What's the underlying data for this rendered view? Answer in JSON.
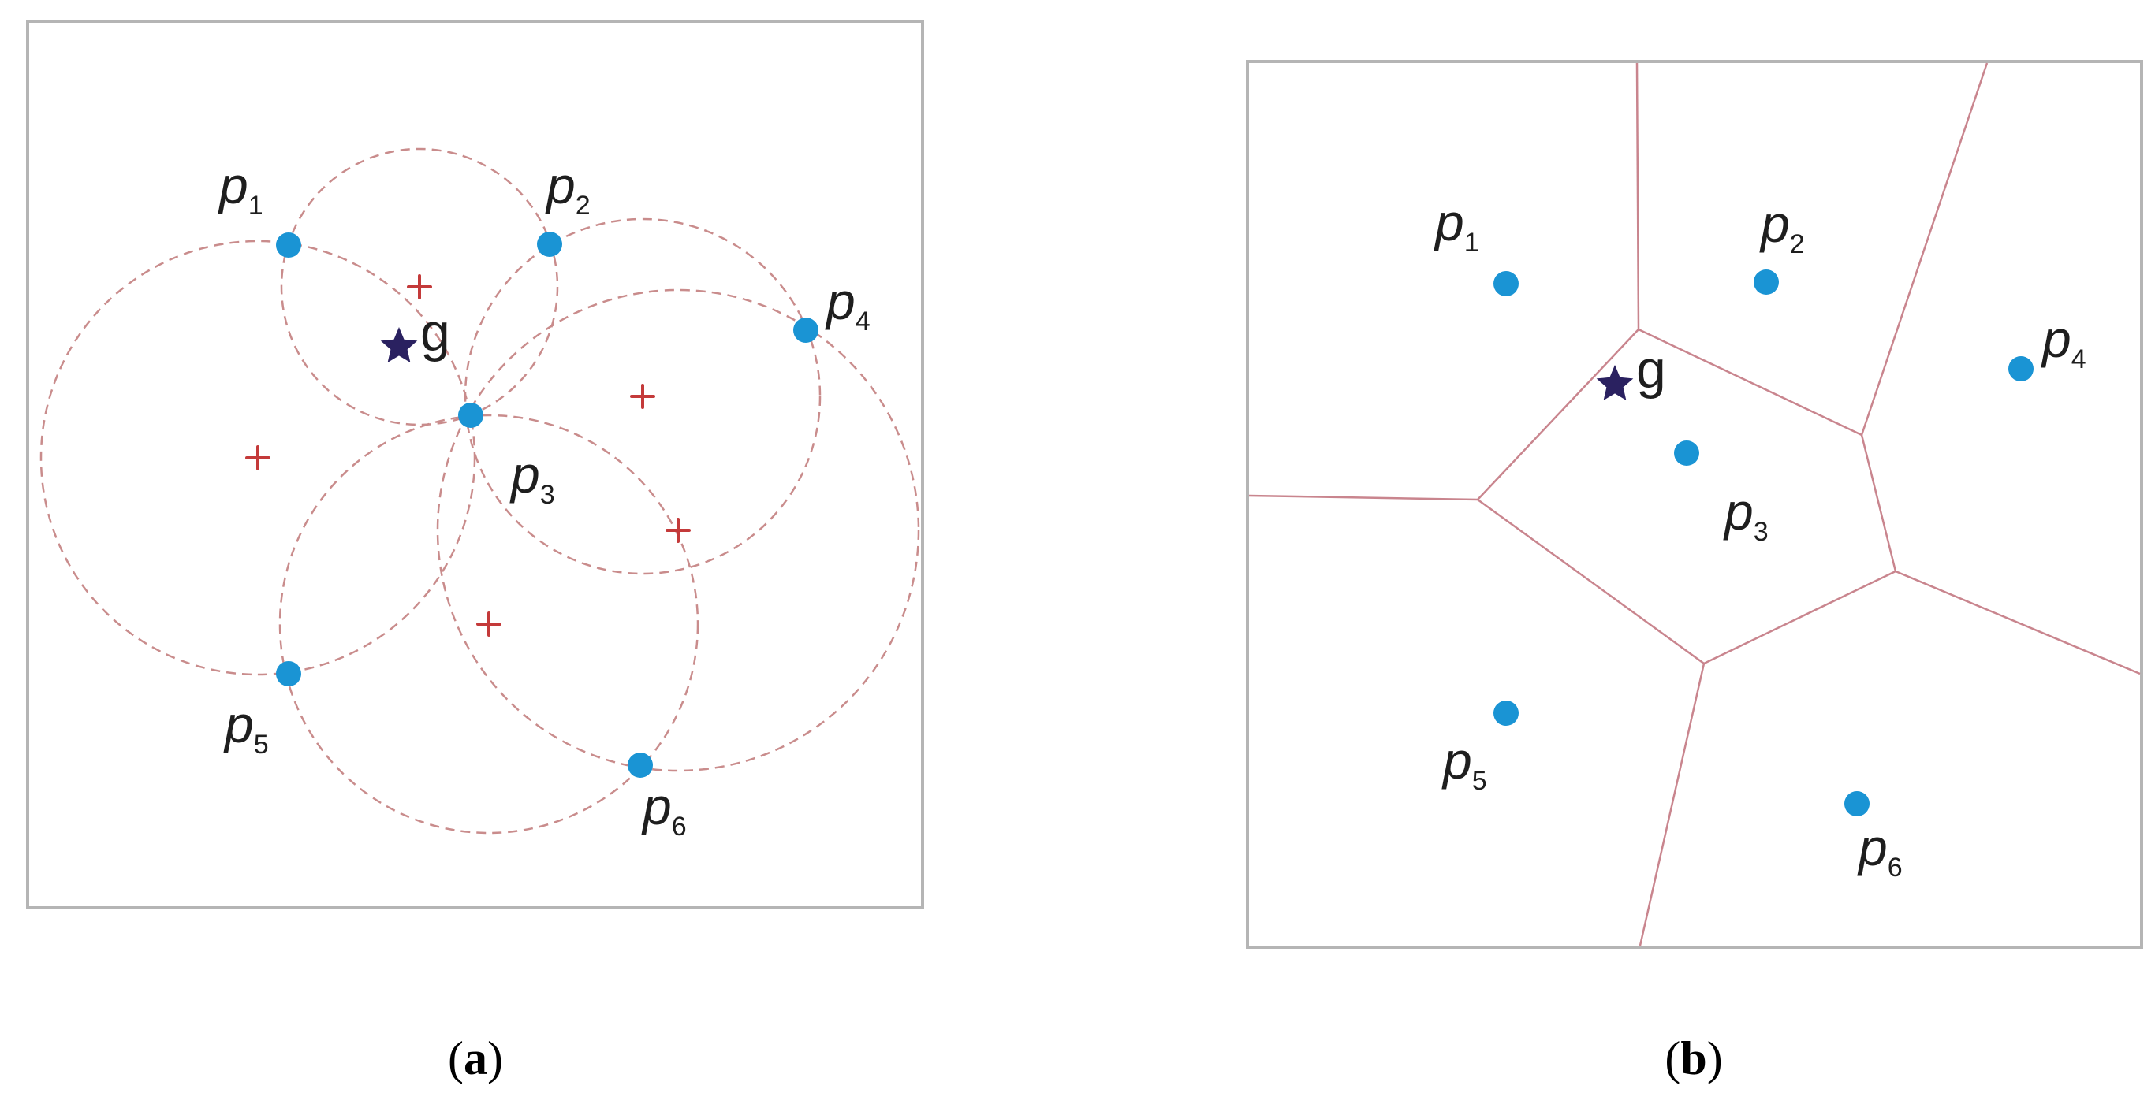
{
  "panels": [
    {
      "caption": "a",
      "points": [
        {
          "label": "p",
          "sub": "1"
        },
        {
          "label": "p",
          "sub": "2"
        },
        {
          "label": "p",
          "sub": "3"
        },
        {
          "label": "p",
          "sub": "4"
        },
        {
          "label": "p",
          "sub": "5"
        },
        {
          "label": "p",
          "sub": "6"
        }
      ],
      "query_label": "g"
    },
    {
      "caption": "b",
      "points": [
        {
          "label": "p",
          "sub": "1"
        },
        {
          "label": "p",
          "sub": "2"
        },
        {
          "label": "p",
          "sub": "3"
        },
        {
          "label": "p",
          "sub": "4"
        },
        {
          "label": "p",
          "sub": "5"
        },
        {
          "label": "p",
          "sub": "6"
        }
      ],
      "query_label": "g"
    }
  ],
  "colors": {
    "site": "#1a94d4",
    "circle": "#c98c8c",
    "cross": "#c43a3a",
    "voronoi_edge": "#c9858e",
    "star": "#2a2160",
    "frame": "#b5b5b5"
  },
  "icons": {
    "query": "star-icon",
    "circumcenter": "plus-icon"
  }
}
